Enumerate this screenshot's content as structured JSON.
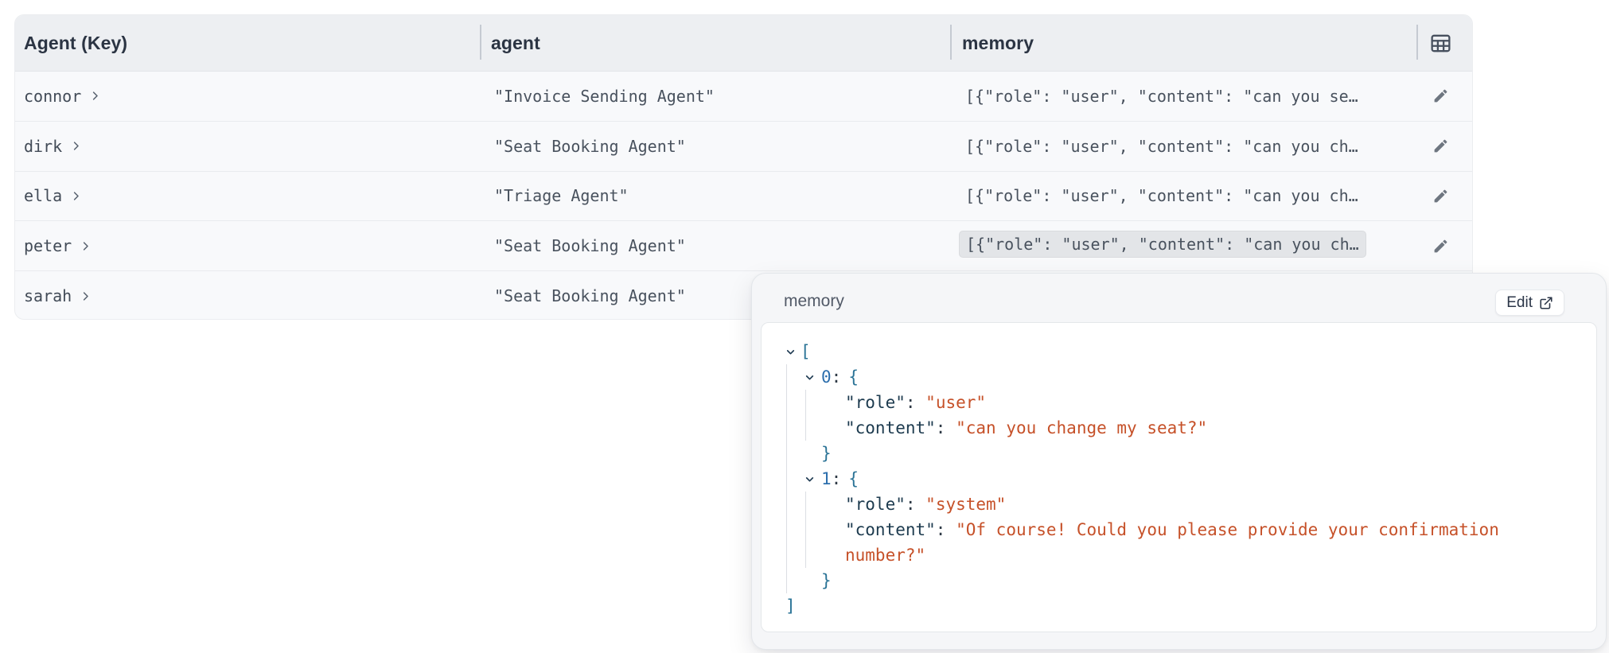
{
  "table": {
    "columns": [
      {
        "label": "Agent (Key)"
      },
      {
        "label": "agent"
      },
      {
        "label": "memory"
      }
    ],
    "rows": [
      {
        "key": "connor",
        "agent": "\"Invoice Sending Agent\"",
        "memory": "[{\"role\": \"user\", \"content\": \"can you se…"
      },
      {
        "key": "dirk",
        "agent": "\"Seat Booking Agent\"",
        "memory": "[{\"role\": \"user\", \"content\": \"can you ch…"
      },
      {
        "key": "ella",
        "agent": "\"Triage Agent\"",
        "memory": "[{\"role\": \"user\", \"content\": \"can you ch…"
      },
      {
        "key": "peter",
        "agent": "\"Seat Booking Agent\"",
        "memory": "[{\"role\": \"user\", \"content\": \"can you ch…",
        "memory_selected": true
      },
      {
        "key": "sarah",
        "agent": "\"Seat Booking Agent\"",
        "memory": ""
      }
    ]
  },
  "memory_panel": {
    "title": "memory",
    "edit_button": "Edit",
    "json": [
      {
        "role": "user",
        "content": "can you change my seat?"
      },
      {
        "role": "system",
        "content": "Of course! Could you please provide your confirmation number?"
      }
    ]
  },
  "colors": {
    "header_bg": "#edeff2",
    "row_bg": "#f8f9fb",
    "panel_bg": "#f5f6f8",
    "selected_cell_bg": "#e3e5e8",
    "json_key": "#1c3a4e",
    "json_value": "#c65129",
    "json_number": "#2d6fad",
    "json_bracket": "#2a7396"
  }
}
